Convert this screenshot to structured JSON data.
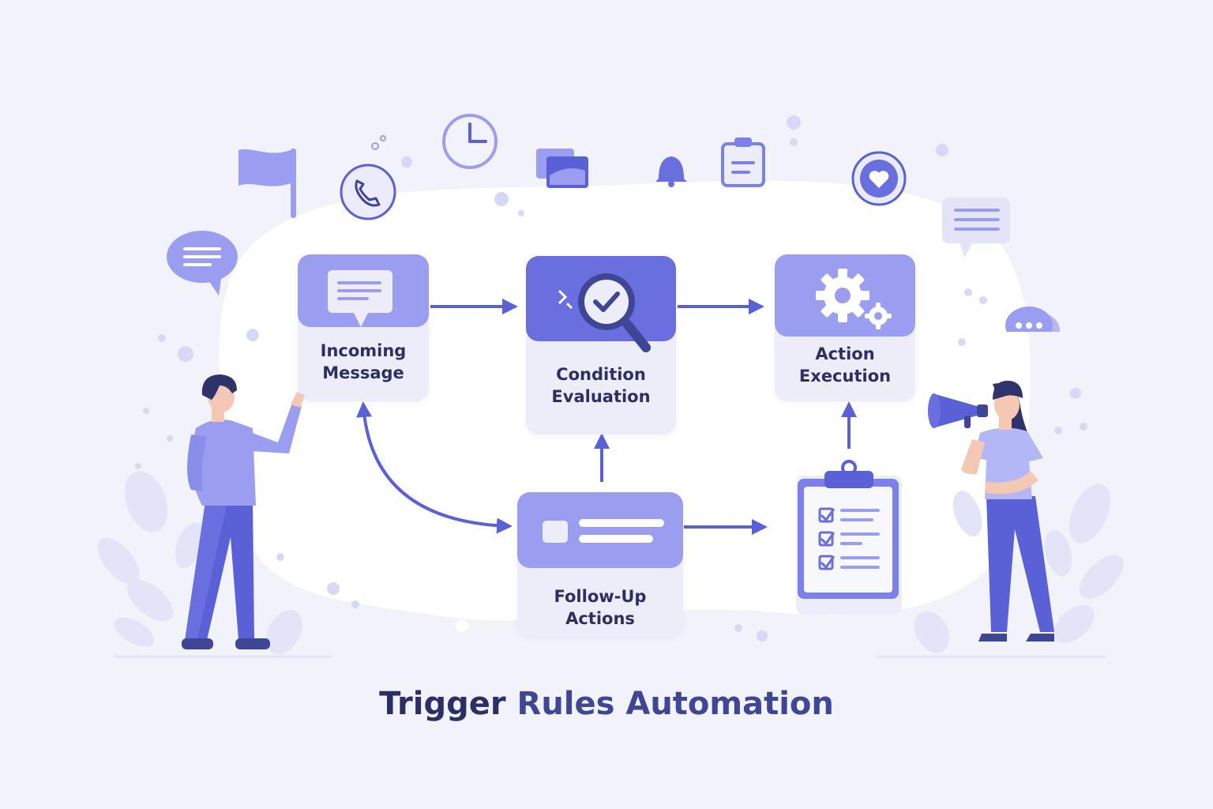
{
  "title": {
    "part1": "Trigger",
    "part2": "Rules Automation"
  },
  "nodes": {
    "incoming": {
      "line1": "Incoming",
      "line2": "Message",
      "icon": "message-icon"
    },
    "condition": {
      "line1": "Condition",
      "line2": "Evaluation",
      "icon": "magnifier-check-icon"
    },
    "action": {
      "line1": "Action",
      "line2": "Execution",
      "icon": "gears-icon"
    },
    "followup": {
      "line1": "Follow-Up",
      "line2": "Actions",
      "icon": "list-icon"
    }
  },
  "floating_icons": [
    "flag-icon",
    "phone-icon",
    "clock-icon",
    "folder-icon",
    "bell-icon",
    "clipboard-icon",
    "heart-icon",
    "chat-bubble-icon",
    "typing-bubble-icon",
    "notes-bubble-icon"
  ],
  "colors": {
    "background": "#f2f2fb",
    "blob": "#ffffff",
    "card": "#ededfa",
    "card_head": "#9b9ef0",
    "card_head_active": "#6a6fe0",
    "arrow": "#5a60d6",
    "text": "#2c2f66"
  }
}
